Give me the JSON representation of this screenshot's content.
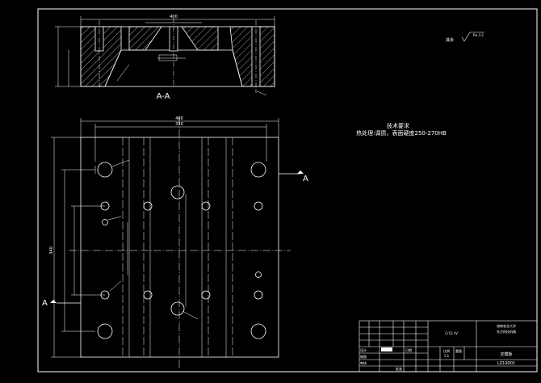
{
  "drawing": {
    "section_label": "A-A",
    "section_marker": "A",
    "roughness_note": "其余",
    "roughness_value": "Ra 3.2",
    "tech_req_title": "技术要求",
    "tech_req_text": "热处理:调质，表面硬度250-270HB",
    "dim_top_overall": "400",
    "dim_plan_overall": "400",
    "dim_plan_inner": "330",
    "dim_left_height": "340"
  },
  "title_block": {
    "university": "湖南农业大学",
    "program": "东方科技机械",
    "part_name": "定模板",
    "drawing_no": "LZ10001",
    "scale": "1:1",
    "material": "Cr12 sV",
    "row_labels": [
      "设计",
      "制图",
      "审核",
      "批准",
      "日期"
    ],
    "header_labels": [
      "重量",
      "比例"
    ]
  }
}
